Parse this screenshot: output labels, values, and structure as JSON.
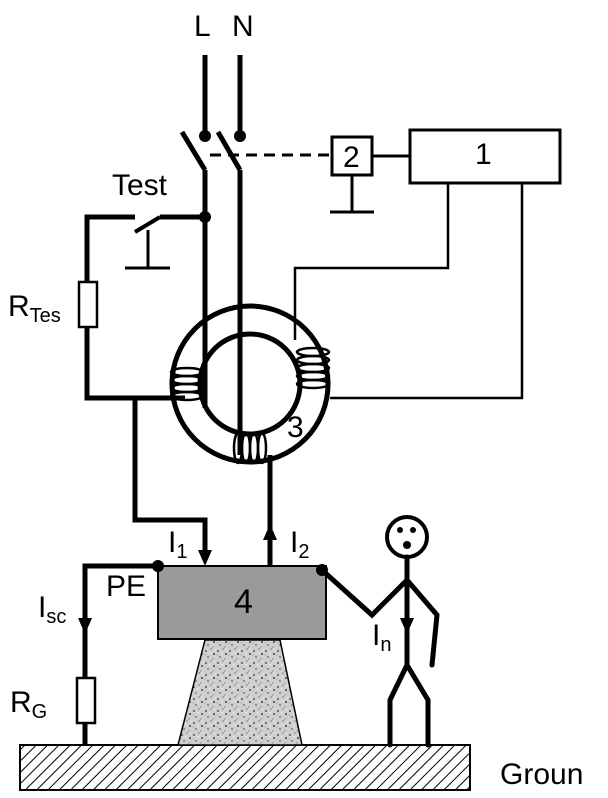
{
  "labels": {
    "line": "L",
    "neutral": "N",
    "test": "Test",
    "r_test_main": "R",
    "r_test_sub": "Tes",
    "block1": "1",
    "block2": "2",
    "core3": "3",
    "device4": "4",
    "i1_main": "I",
    "i1_sub": "1",
    "i2_main": "I",
    "i2_sub": "2",
    "pe": "PE",
    "isc_main": "I",
    "isc_sub": "sc",
    "in_main": "I",
    "in_sub": "n",
    "rg_main": "R",
    "rg_sub": "G",
    "ground": "Groun"
  },
  "colors": {
    "line": "#000000",
    "device_fill": "#9a9a9a",
    "ground_hatch": "#000000",
    "pedestal_fill": "#c8c8c8"
  }
}
